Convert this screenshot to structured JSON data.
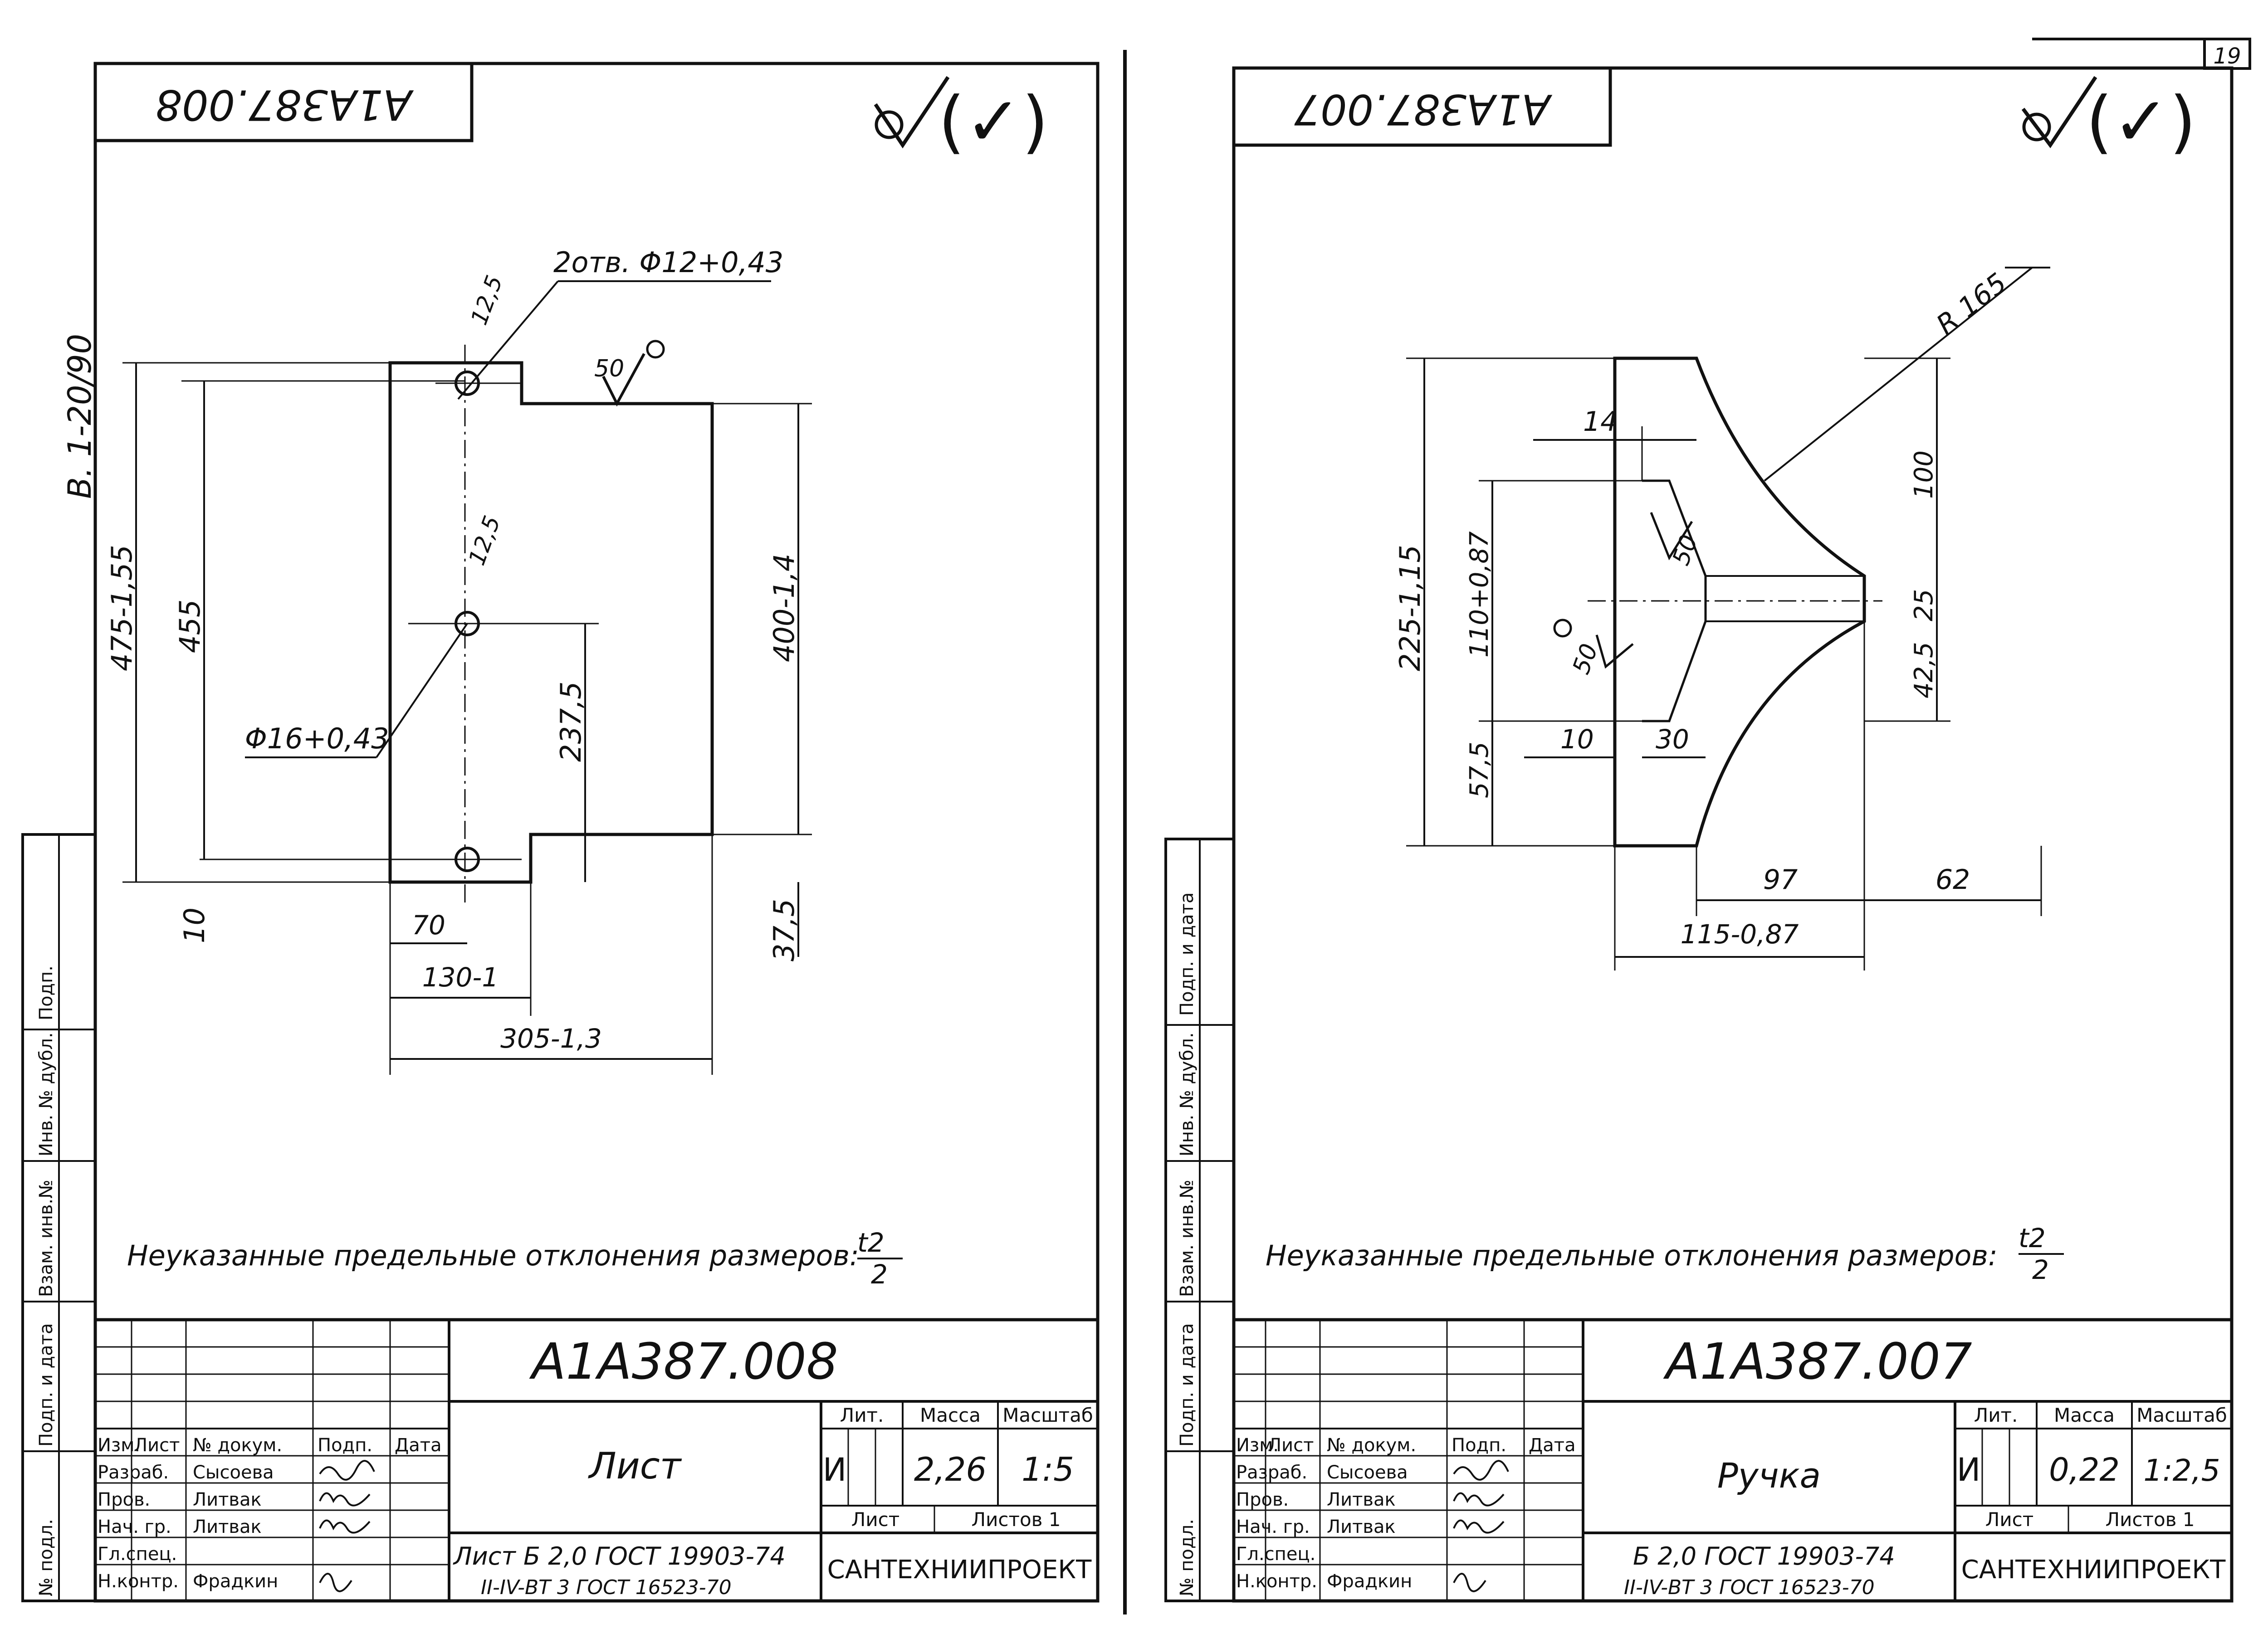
{
  "page_number": "19",
  "left_margin_note": "В. 1-20/90",
  "side_stamp_labels": [
    "Подп. и дата",
    "Взам. инв.№",
    "Инв. № дубл.",
    "Подп.",
    "№ подл."
  ],
  "title_block_headers": {
    "izm": "Изм.",
    "list": "Лист",
    "doc_no": "№ докум.",
    "sign": "Подп.",
    "date": "Дата",
    "lit": "Лит.",
    "mass": "Масса",
    "scale": "Масштаб",
    "sheet": "Лист",
    "sheets": "Листов 1"
  },
  "roles": [
    {
      "role": "Разраб.",
      "name": "Сысоева"
    },
    {
      "role": "Пров.",
      "name": "Литвак"
    },
    {
      "role": "Нач. гр.",
      "name": "Литвак"
    },
    {
      "role": "Гл.спец.",
      "name": ""
    },
    {
      "role": "Н.контр.",
      "name": "Фрадкин"
    }
  ],
  "org": "САНТЕХНИИПРОЕКТ",
  "tolerance_note": "Неуказанные предельные отклонения размеров:",
  "tolerance_formula_num": "t2",
  "tolerance_formula_den": "2",
  "surface_finish": "(✓)",
  "drawings": [
    {
      "code_mirrored": "А1А387.008",
      "code": "А1А387.008",
      "name": "Лист",
      "litera": "И",
      "mass": "2,26",
      "scale": "1:5",
      "material_line1": "Лист Б 2,0 ГОСТ 19903-74",
      "material_line2": "II-IV-ВТ 3 ГОСТ 16523-70",
      "dims": {
        "holes_small": "2отв. Φ12+0,43",
        "rough_125_a": "12,5",
        "rough_125_b": "12,5",
        "rough_50": "50",
        "hole_big": "Φ16+0,43",
        "h_475": "475-1,55",
        "h_455": "455",
        "h_400": "400-1,4",
        "h_2375": "237,5",
        "h_10": "10",
        "h_375": "37,5",
        "w_70": "70",
        "w_130": "130-1",
        "w_305": "305-1,3"
      }
    },
    {
      "code_mirrored": "А1А387.007",
      "code": "А1А387.007",
      "name": "Ручка",
      "litera": "И",
      "mass": "0,22",
      "scale": "1:2,5",
      "material_line1": "Б 2,0 ГОСТ 19903-74",
      "material_line2": "II-IV-ВТ 3 ГОСТ 16523-70",
      "dims": {
        "r165": "R 165",
        "d14": "14",
        "d100": "100",
        "d50a": "50",
        "d50b": "50",
        "d225": "225-1,15",
        "d110": "110+0,87",
        "d25": "25",
        "d425": "42,5",
        "d10": "10",
        "d30": "30",
        "d575": "57,5",
        "d97": "97",
        "d62": "62",
        "d115": "115-0,87"
      }
    }
  ]
}
